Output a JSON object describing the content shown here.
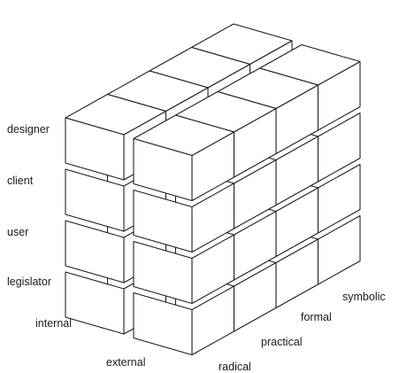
{
  "row_labels": [
    "designer",
    "client",
    "user",
    "legislator"
  ],
  "left_depth_labels": [
    "internal",
    "external"
  ],
  "right_depth_labels": [
    "radical",
    "practical",
    "formal",
    "symbolic"
  ],
  "grid": {
    "columns": 2,
    "rows": 4,
    "depth": 4
  }
}
